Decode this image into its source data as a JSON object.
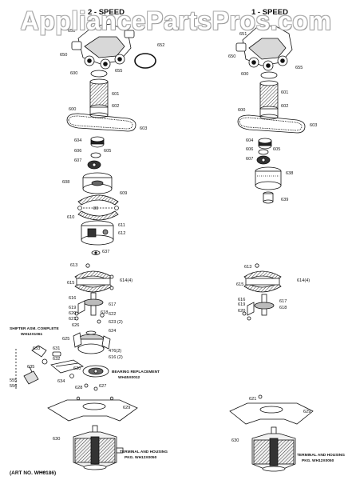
{
  "watermark": "AppliancePartsPros.com",
  "headers": {
    "left": "2 - SPEED",
    "right": "1 - SPEED"
  },
  "left_labels": [
    {
      "id": "651",
      "text": "651"
    },
    {
      "id": "650",
      "text": "650"
    },
    {
      "id": "652",
      "text": "652"
    },
    {
      "id": "600a",
      "text": "600"
    },
    {
      "id": "655",
      "text": "655"
    },
    {
      "id": "601",
      "text": "601"
    },
    {
      "id": "600b",
      "text": "600"
    },
    {
      "id": "602",
      "text": "602"
    },
    {
      "id": "603",
      "text": "603"
    },
    {
      "id": "604",
      "text": "604"
    },
    {
      "id": "606",
      "text": "606"
    },
    {
      "id": "605",
      "text": "605"
    },
    {
      "id": "607",
      "text": "607"
    },
    {
      "id": "608",
      "text": "608"
    },
    {
      "id": "609",
      "text": "609"
    },
    {
      "id": "80",
      "text": "80"
    },
    {
      "id": "610",
      "text": "610"
    },
    {
      "id": "611",
      "text": "611"
    },
    {
      "id": "612",
      "text": "612"
    },
    {
      "id": "637",
      "text": "637"
    },
    {
      "id": "613",
      "text": "613"
    },
    {
      "id": "615",
      "text": "615"
    },
    {
      "id": "614",
      "text": "614(4)"
    },
    {
      "id": "616",
      "text": "616"
    },
    {
      "id": "617",
      "text": "617"
    },
    {
      "id": "618",
      "text": "618"
    },
    {
      "id": "619",
      "text": "619"
    },
    {
      "id": "620",
      "text": "620"
    },
    {
      "id": "622",
      "text": "622"
    },
    {
      "id": "621",
      "text": "621"
    },
    {
      "id": "626",
      "text": "626"
    },
    {
      "id": "623",
      "text": "623 (2)"
    },
    {
      "id": "624",
      "text": "624"
    },
    {
      "id": "625",
      "text": "625"
    },
    {
      "id": "476",
      "text": "476(2)"
    },
    {
      "id": "616b",
      "text": "616 (2)"
    },
    {
      "id": "633",
      "text": "633"
    },
    {
      "id": "631",
      "text": "631"
    },
    {
      "id": "632",
      "text": "632"
    },
    {
      "id": "635",
      "text": "635"
    },
    {
      "id": "630",
      "text": "630"
    },
    {
      "id": "634",
      "text": "634"
    },
    {
      "id": "627",
      "text": "627"
    },
    {
      "id": "628",
      "text": "628"
    },
    {
      "id": "629",
      "text": "629"
    },
    {
      "id": "555",
      "text": "555"
    },
    {
      "id": "556",
      "text": "556"
    },
    {
      "id": "630b",
      "text": "630"
    }
  ],
  "right_labels": [
    {
      "id": "651",
      "text": "651"
    },
    {
      "id": "650",
      "text": "650"
    },
    {
      "id": "655",
      "text": "655"
    },
    {
      "id": "600a",
      "text": "600"
    },
    {
      "id": "601",
      "text": "601"
    },
    {
      "id": "600b",
      "text": "600"
    },
    {
      "id": "602",
      "text": "602"
    },
    {
      "id": "603",
      "text": "603"
    },
    {
      "id": "604",
      "text": "604"
    },
    {
      "id": "606",
      "text": "606"
    },
    {
      "id": "605",
      "text": "605"
    },
    {
      "id": "607",
      "text": "607"
    },
    {
      "id": "638",
      "text": "638"
    },
    {
      "id": "639",
      "text": "639"
    },
    {
      "id": "613",
      "text": "613"
    },
    {
      "id": "615",
      "text": "615"
    },
    {
      "id": "614",
      "text": "614(4)"
    },
    {
      "id": "616",
      "text": "616"
    },
    {
      "id": "617",
      "text": "617"
    },
    {
      "id": "618",
      "text": "618"
    },
    {
      "id": "619",
      "text": "619"
    },
    {
      "id": "620",
      "text": "620"
    },
    {
      "id": "621",
      "text": "621"
    },
    {
      "id": "629",
      "text": "629"
    },
    {
      "id": "630",
      "text": "630"
    }
  ],
  "notes": {
    "shifter_title": "SHIFTER ASM. COMPLETE",
    "shifter_part": "WH12X1061",
    "bearing_title": "BEARING REPLACEMENT",
    "bearing_part": "WH45X0012",
    "terminal_left_1": "TERMINAL AND HOUSING",
    "terminal_left_2": "PKG. WH12X0050",
    "terminal_right_1": "TERMINAL AND HOUSING",
    "terminal_right_2": "PKG. WH12X0050",
    "art_no": "(ART NO. WH6186)"
  }
}
